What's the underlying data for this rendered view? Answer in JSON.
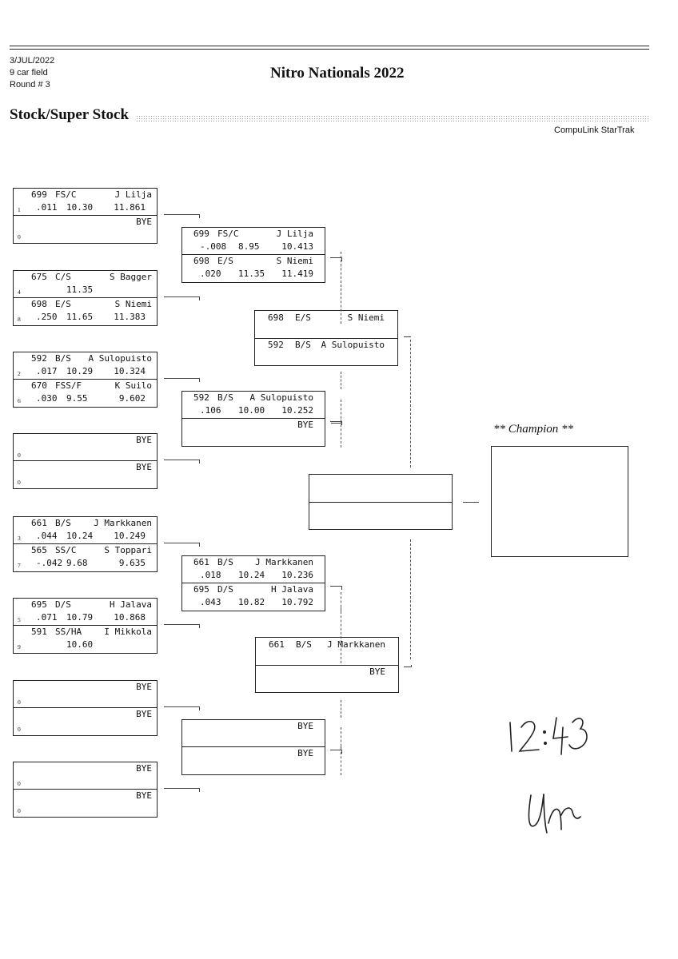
{
  "header": {
    "date": "3/JUL/2022",
    "field": "9 car field",
    "round": "Round # 3",
    "title": "Nitro Nationals 2022",
    "section": "Stock/Super Stock",
    "brand": "CompuLink StarTrak"
  },
  "round1": [
    {
      "top": {
        "num": "699",
        "cls": "FS/C",
        "name": "J Lilja",
        "seed": "1",
        "rt": ".011",
        "dial": "10.30",
        "et": "11.861"
      },
      "bottom": {
        "num": "",
        "cls": "",
        "name": "BYE",
        "seed": "0",
        "rt": "",
        "dial": "",
        "et": ""
      }
    },
    {
      "top": {
        "num": "675",
        "cls": "C/S",
        "name": "S Bagger",
        "seed": "4",
        "rt": "",
        "dial": "11.35",
        "et": ""
      },
      "bottom": {
        "num": "698",
        "cls": "E/S",
        "name": "S Niemi",
        "seed": "8",
        "rt": ".250",
        "dial": "11.65",
        "et": "11.383"
      }
    },
    {
      "top": {
        "num": "592",
        "cls": "B/S",
        "name": "A Sulopuisto",
        "seed": "2",
        "rt": ".017",
        "dial": "10.29",
        "et": "10.324"
      },
      "bottom": {
        "num": "670",
        "cls": "FSS/F",
        "name": "K Suilo",
        "seed": "6",
        "rt": ".030",
        "dial": "9.55",
        "et": "9.602"
      }
    },
    {
      "top": {
        "num": "",
        "cls": "",
        "name": "BYE",
        "seed": "0",
        "rt": "",
        "dial": "",
        "et": ""
      },
      "bottom": {
        "num": "",
        "cls": "",
        "name": "BYE",
        "seed": "0",
        "rt": "",
        "dial": "",
        "et": ""
      }
    },
    {
      "top": {
        "num": "661",
        "cls": "B/S",
        "name": "J Markkanen",
        "seed": "3",
        "rt": ".044",
        "dial": "10.24",
        "et": "10.249"
      },
      "bottom": {
        "num": "565",
        "cls": "SS/C",
        "name": "S Toppari",
        "seed": "7",
        "rt": "-.042",
        "dial": "9.68",
        "et": "9.635"
      }
    },
    {
      "top": {
        "num": "695",
        "cls": "D/S",
        "name": "H Jalava",
        "seed": "5",
        "rt": ".071",
        "dial": "10.79",
        "et": "10.868"
      },
      "bottom": {
        "num": "591",
        "cls": "SS/HA",
        "name": "I Mikkola",
        "seed": "9",
        "rt": "",
        "dial": "10.60",
        "et": ""
      }
    },
    {
      "top": {
        "num": "",
        "cls": "",
        "name": "BYE",
        "seed": "0",
        "rt": "",
        "dial": "",
        "et": ""
      },
      "bottom": {
        "num": "",
        "cls": "",
        "name": "BYE",
        "seed": "0",
        "rt": "",
        "dial": "",
        "et": ""
      }
    },
    {
      "top": {
        "num": "",
        "cls": "",
        "name": "BYE",
        "seed": "0",
        "rt": "",
        "dial": "",
        "et": ""
      },
      "bottom": {
        "num": "",
        "cls": "",
        "name": "BYE",
        "seed": "0",
        "rt": "",
        "dial": "",
        "et": ""
      }
    }
  ],
  "round2": [
    {
      "top": {
        "num": "699",
        "cls": "FS/C",
        "name": "J Lilja",
        "rt": "-.008",
        "dial": "8.95",
        "et": "10.413"
      },
      "bottom": {
        "num": "698",
        "cls": "E/S",
        "name": "S Niemi",
        "rt": ".020",
        "dial": "11.35",
        "et": "11.419"
      }
    },
    {
      "top": {
        "num": "592",
        "cls": "B/S",
        "name": "A Sulopuisto",
        "rt": ".106",
        "dial": "10.00",
        "et": "10.252"
      },
      "bottom": {
        "num": "",
        "cls": "",
        "name": "BYE",
        "rt": "",
        "dial": "",
        "et": ""
      }
    },
    {
      "top": {
        "num": "661",
        "cls": "B/S",
        "name": "J Markkanen",
        "rt": ".018",
        "dial": "10.24",
        "et": "10.236"
      },
      "bottom": {
        "num": "695",
        "cls": "D/S",
        "name": "H Jalava",
        "rt": ".043",
        "dial": "10.82",
        "et": "10.792"
      }
    },
    {
      "top": {
        "num": "",
        "cls": "",
        "name": "BYE",
        "rt": "",
        "dial": "",
        "et": ""
      },
      "bottom": {
        "num": "",
        "cls": "",
        "name": "BYE",
        "rt": "",
        "dial": "",
        "et": ""
      }
    }
  ],
  "round3": [
    {
      "top": {
        "num": "698",
        "cls": "E/S",
        "name": "S Niemi"
      },
      "bottom": {
        "num": "592",
        "cls": "B/S",
        "name": "A Sulopuisto"
      }
    },
    {
      "top": {
        "num": "661",
        "cls": "B/S",
        "name": "J Markkanen"
      },
      "bottom": {
        "num": "",
        "cls": "",
        "name": "BYE"
      }
    }
  ],
  "champion": {
    "label": "** Champion **"
  },
  "handwriting": {
    "time": "12:43",
    "initials": "Um"
  }
}
